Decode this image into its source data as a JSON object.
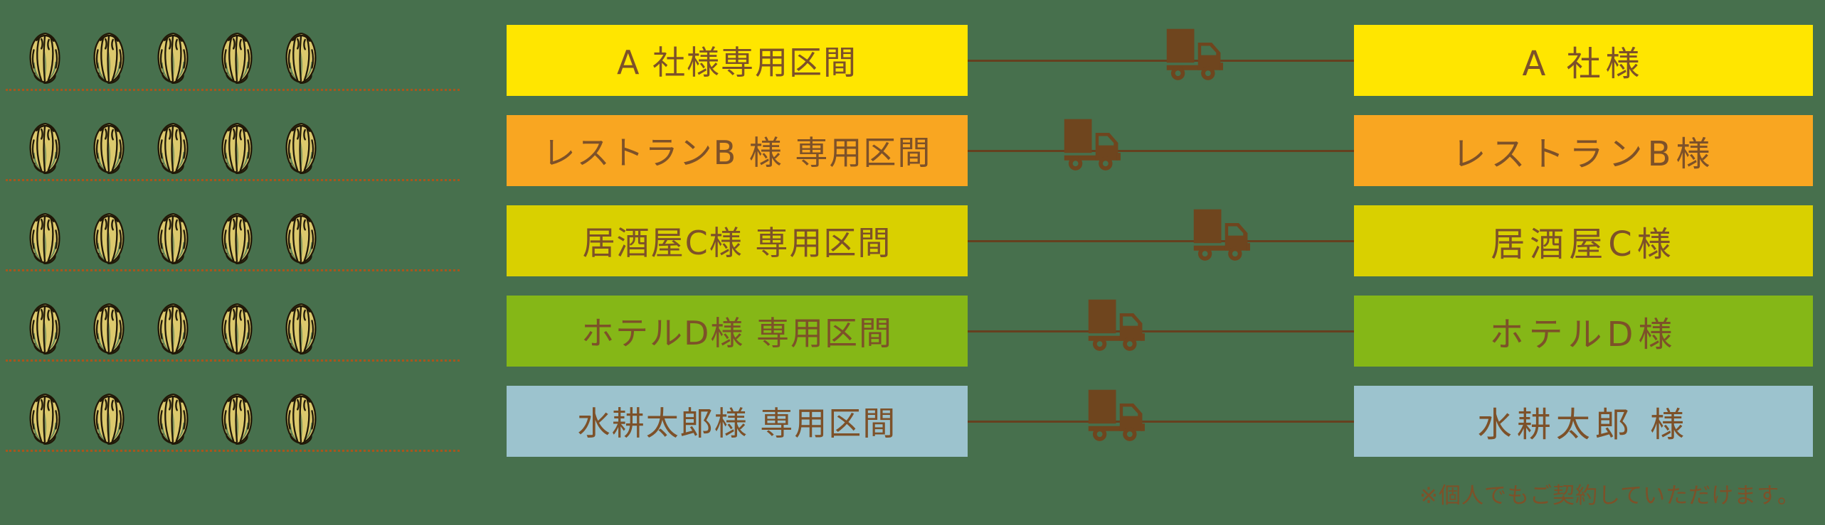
{
  "diagram": {
    "background_color": "#47704d",
    "text_color": "#7d5129",
    "line_color": "#66401f",
    "field": {
      "rows": 5,
      "lettuce_per_row": 5,
      "lettuce_icon": "lettuce-icon",
      "row_line_color": "#a8551d",
      "lettuce_fill": "#dcc96d"
    },
    "truck_icon": "delivery-truck-icon",
    "truck_color": "#6f451e",
    "rows": [
      {
        "section_label": "A 社様専用区間",
        "customer_label": "A 社様",
        "color": "#ffe600"
      },
      {
        "section_label": "レストランB 様 専用区間",
        "customer_label": "レストランB様",
        "color": "#f9a621"
      },
      {
        "section_label": "居酒屋C様 専用区間",
        "customer_label": "居酒屋C様",
        "color": "#d9d000"
      },
      {
        "section_label": "ホテルD様 専用区間",
        "customer_label": "ホテルD様",
        "color": "#85b717"
      },
      {
        "section_label": "水耕太郎様 専用区間",
        "customer_label": "水耕太郎 様",
        "color": "#9cc3ce"
      }
    ],
    "footnote": "※個人でもご契約していただけます。"
  }
}
